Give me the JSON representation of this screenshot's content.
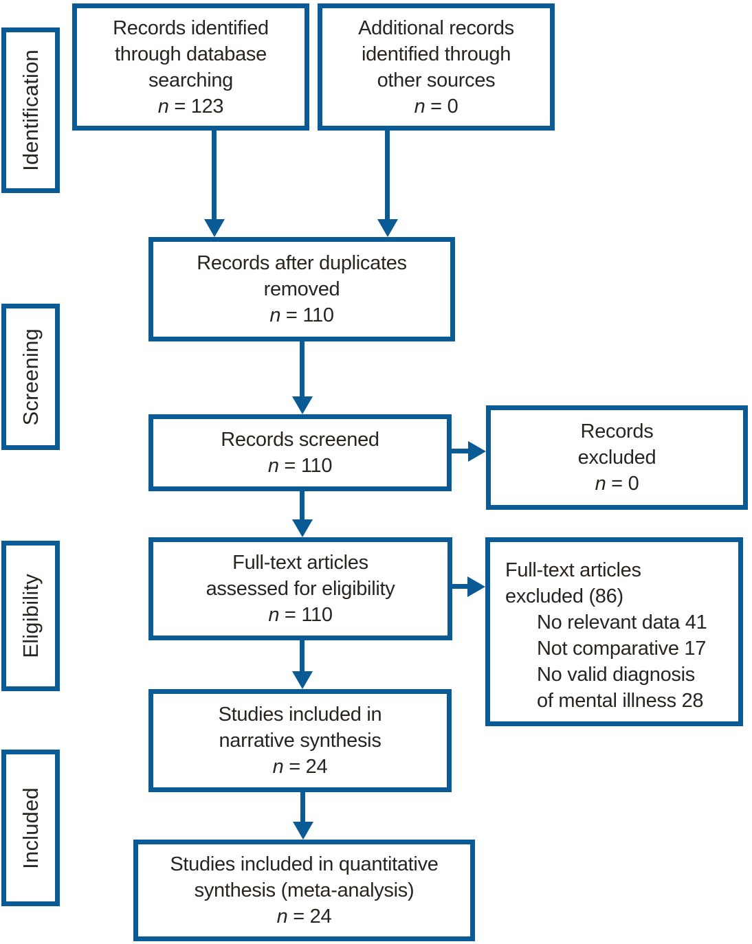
{
  "figure": {
    "type": "prisma-flow-diagram",
    "colors": {
      "accent": "#0a5a96",
      "text": "#282420",
      "background": "#ffffff"
    },
    "sidebar": {
      "identification": "Identification",
      "screening": "Screening",
      "eligibility": "Eligibility",
      "included": "Included"
    },
    "boxes": {
      "database_search": {
        "lines": [
          "Records identified",
          "through database",
          "searching"
        ],
        "n_var": "n",
        "n_eq": " = 123"
      },
      "other_sources": {
        "lines": [
          "Additional records",
          "identified through",
          "other sources"
        ],
        "n_var": "n",
        "n_eq": " = 0"
      },
      "after_duplicates": {
        "lines": [
          "Records after duplicates",
          "removed"
        ],
        "n_var": "n",
        "n_eq": " = 110"
      },
      "screened": {
        "lines": [
          "Records screened"
        ],
        "n_var": "n",
        "n_eq": " = 110"
      },
      "records_excluded": {
        "lines": [
          "Records",
          "excluded"
        ],
        "n_var": "n",
        "n_eq": " = 0"
      },
      "fulltext_assessed": {
        "lines": [
          "Full-text articles",
          "assessed for eligibility"
        ],
        "n_var": "n",
        "n_eq": " = 110"
      },
      "fulltext_excluded": {
        "title_lines": [
          "Full-text articles",
          "excluded (86)"
        ],
        "reasons": [
          "No relevant data 41",
          "Not comparative 17",
          "No valid diagnosis",
          "of mental illness 28"
        ]
      },
      "narrative_synthesis": {
        "lines": [
          "Studies included in",
          "narrative synthesis"
        ],
        "n_var": "n",
        "n_eq": " = 24"
      },
      "quantitative_synthesis": {
        "lines": [
          "Studies included in quantitative",
          "synthesis (meta-analysis)"
        ],
        "n_var": "n",
        "n_eq": " = 24"
      }
    }
  }
}
